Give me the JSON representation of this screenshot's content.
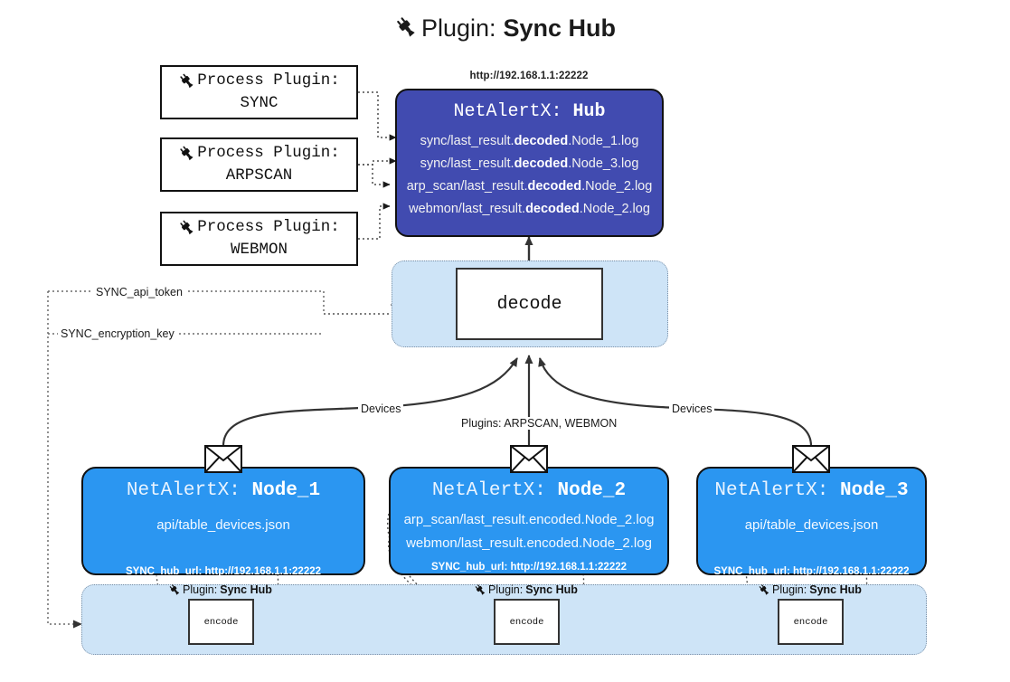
{
  "page": {
    "title_prefix": "Plugin:",
    "title_value": "Sync Hub",
    "title_icon": "plug-icon"
  },
  "process_plugins": [
    {
      "line1": "Process Plugin:",
      "line2": "SYNC",
      "icon": "plug-icon"
    },
    {
      "line1": "Process Plugin:",
      "line2": "ARPSCAN",
      "icon": "plug-icon"
    },
    {
      "line1": "Process Plugin:",
      "line2": "WEBMON",
      "icon": "plug-icon"
    }
  ],
  "hub": {
    "url": "http://192.168.1.1:22222",
    "title_prefix": "NetAlertX:",
    "title_value": "Hub",
    "logs": [
      {
        "pre": "sync/last_result.",
        "mid": "decoded",
        "post": ".Node_1.log"
      },
      {
        "pre": "sync/last_result.",
        "mid": "decoded",
        "post": ".Node_3.log"
      },
      {
        "pre": "arp_scan/last_result.",
        "mid": "decoded",
        "post": ".Node_2.log"
      },
      {
        "pre": "webmon/last_result.",
        "mid": "decoded",
        "post": ".Node_2.log"
      }
    ]
  },
  "decode": {
    "label": "decode"
  },
  "secrets": [
    {
      "label": "SYNC_api_token"
    },
    {
      "label": "SYNC_encryption_key"
    }
  ],
  "edges": {
    "devices_left": "Devices",
    "devices_right": "Devices",
    "plugins_center": "Plugins: ARPSCAN, WEBMON"
  },
  "nodes": [
    {
      "title_prefix": "NetAlertX:",
      "title_value": "Node_1",
      "lines": [
        "api/table_devices.json"
      ],
      "footer": "SYNC_hub_url: http://192.168.1.1:22222",
      "mail_icon": "envelope-icon"
    },
    {
      "title_prefix": "NetAlertX:",
      "title_value": "Node_2",
      "lines": [
        "arp_scan/last_result.encoded.Node_2.log",
        "webmon/last_result.encoded.Node_2.log"
      ],
      "footer": "SYNC_hub_url: http://192.168.1.1:22222",
      "mail_icon": "envelope-icon"
    },
    {
      "title_prefix": "NetAlertX:",
      "title_value": "Node_3",
      "lines": [
        "api/table_devices.json"
      ],
      "footer": "SYNC_hub_url: http://192.168.1.1:22222",
      "mail_icon": "envelope-icon"
    }
  ],
  "encoders": [
    {
      "caption_prefix": "Plugin:",
      "caption_value": "Sync Hub",
      "label": "encode",
      "icon": "plug-icon"
    },
    {
      "caption_prefix": "Plugin:",
      "caption_value": "Sync Hub",
      "label": "encode",
      "icon": "plug-icon"
    },
    {
      "caption_prefix": "Plugin:",
      "caption_value": "Sync Hub",
      "label": "encode",
      "icon": "plug-icon"
    }
  ],
  "colors": {
    "hub_fill": "#414bb0",
    "node_fill": "#2b96f1",
    "container_fill": "#cee4f7",
    "stroke": "#333333",
    "background": "#ffffff"
  }
}
